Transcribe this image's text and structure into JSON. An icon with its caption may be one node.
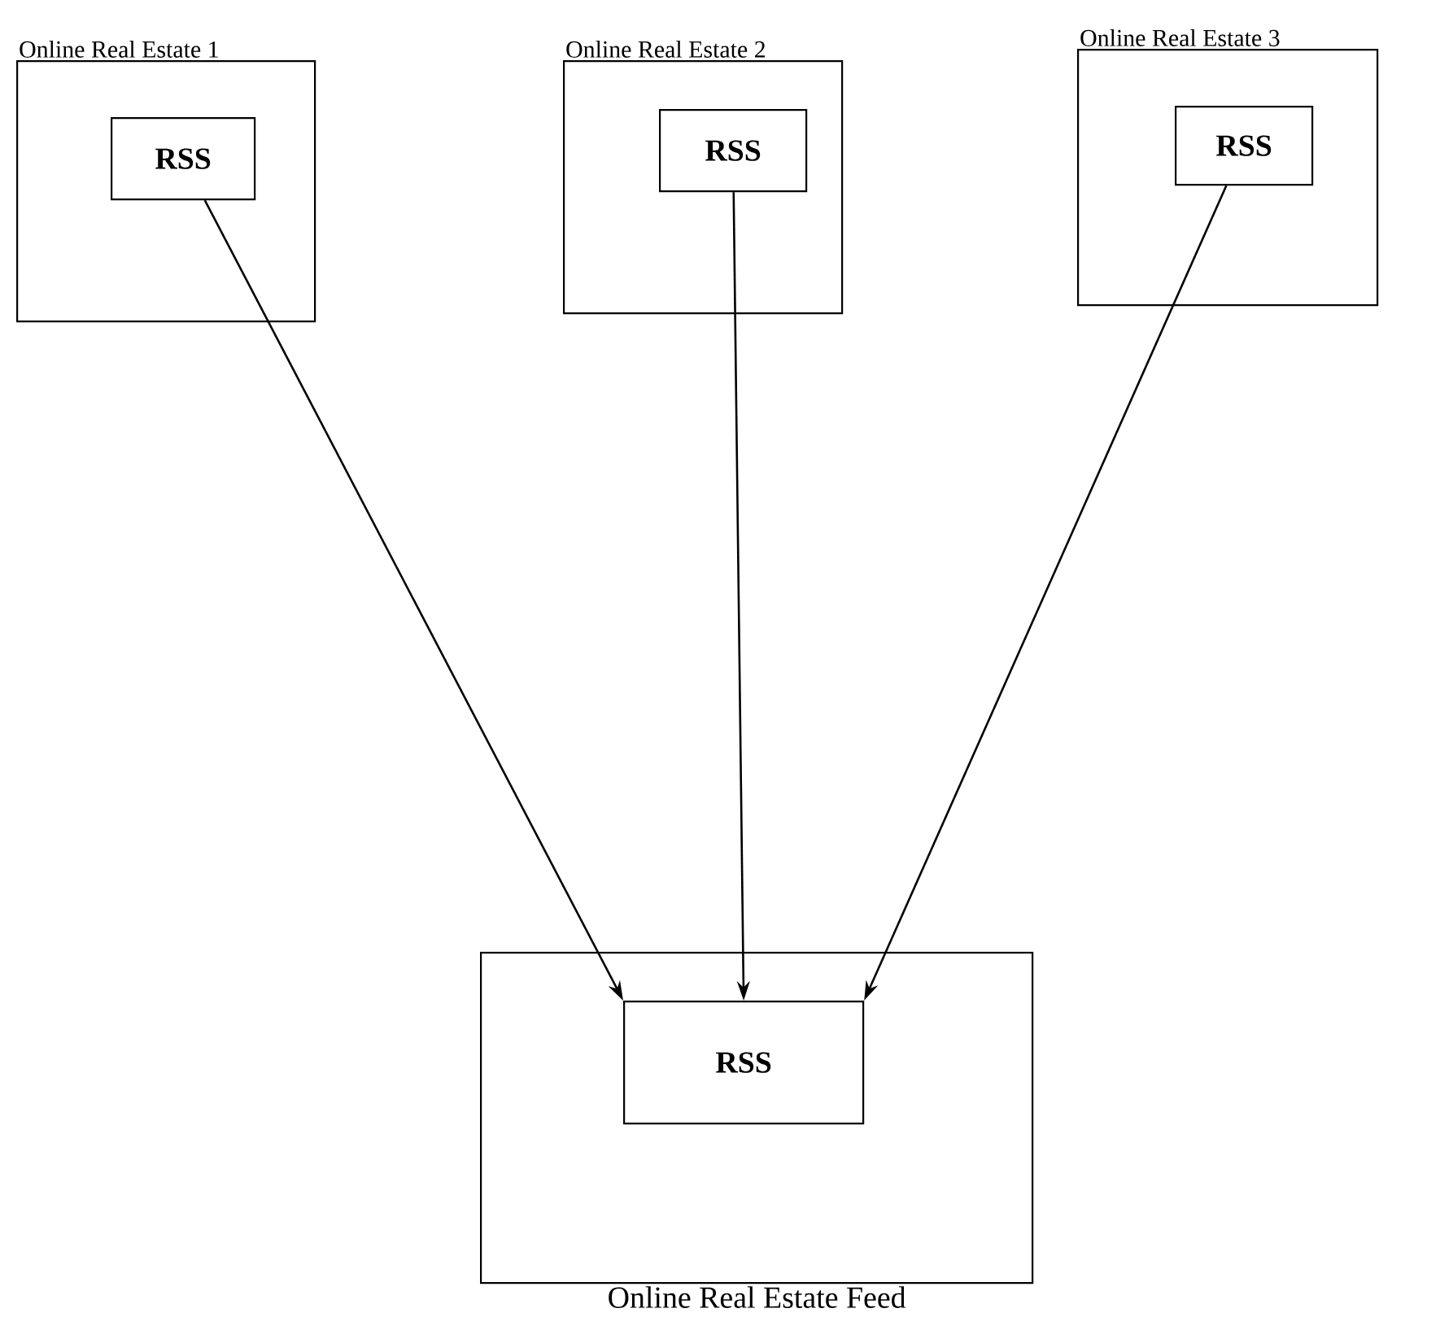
{
  "diagram": {
    "nodes": [
      {
        "text": [
          "Online Real Estate 1"
        ]
      },
      {
        "text": [
          "RSS"
        ],
        "in": 0
      },
      {
        "text": [
          "Online Real Estate 2"
        ]
      },
      {
        "text": [
          "RSS"
        ],
        "in": 2
      },
      {
        "text": [
          "Online Real Estate 3"
        ]
      },
      {
        "text": [
          "RSS"
        ],
        "in": 4
      },
      {
        "text": [
          "Online Real Estate Feed"
        ]
      },
      {
        "text": [
          "RSS"
        ],
        "in": 6
      }
    ],
    "edges": [
      {
        "from": 1,
        "to": 7,
        "arrow": "to"
      },
      {
        "from": 3,
        "to": 7,
        "arrow": "to"
      },
      {
        "from": 5,
        "to": 7,
        "arrow": "to"
      }
    ]
  }
}
